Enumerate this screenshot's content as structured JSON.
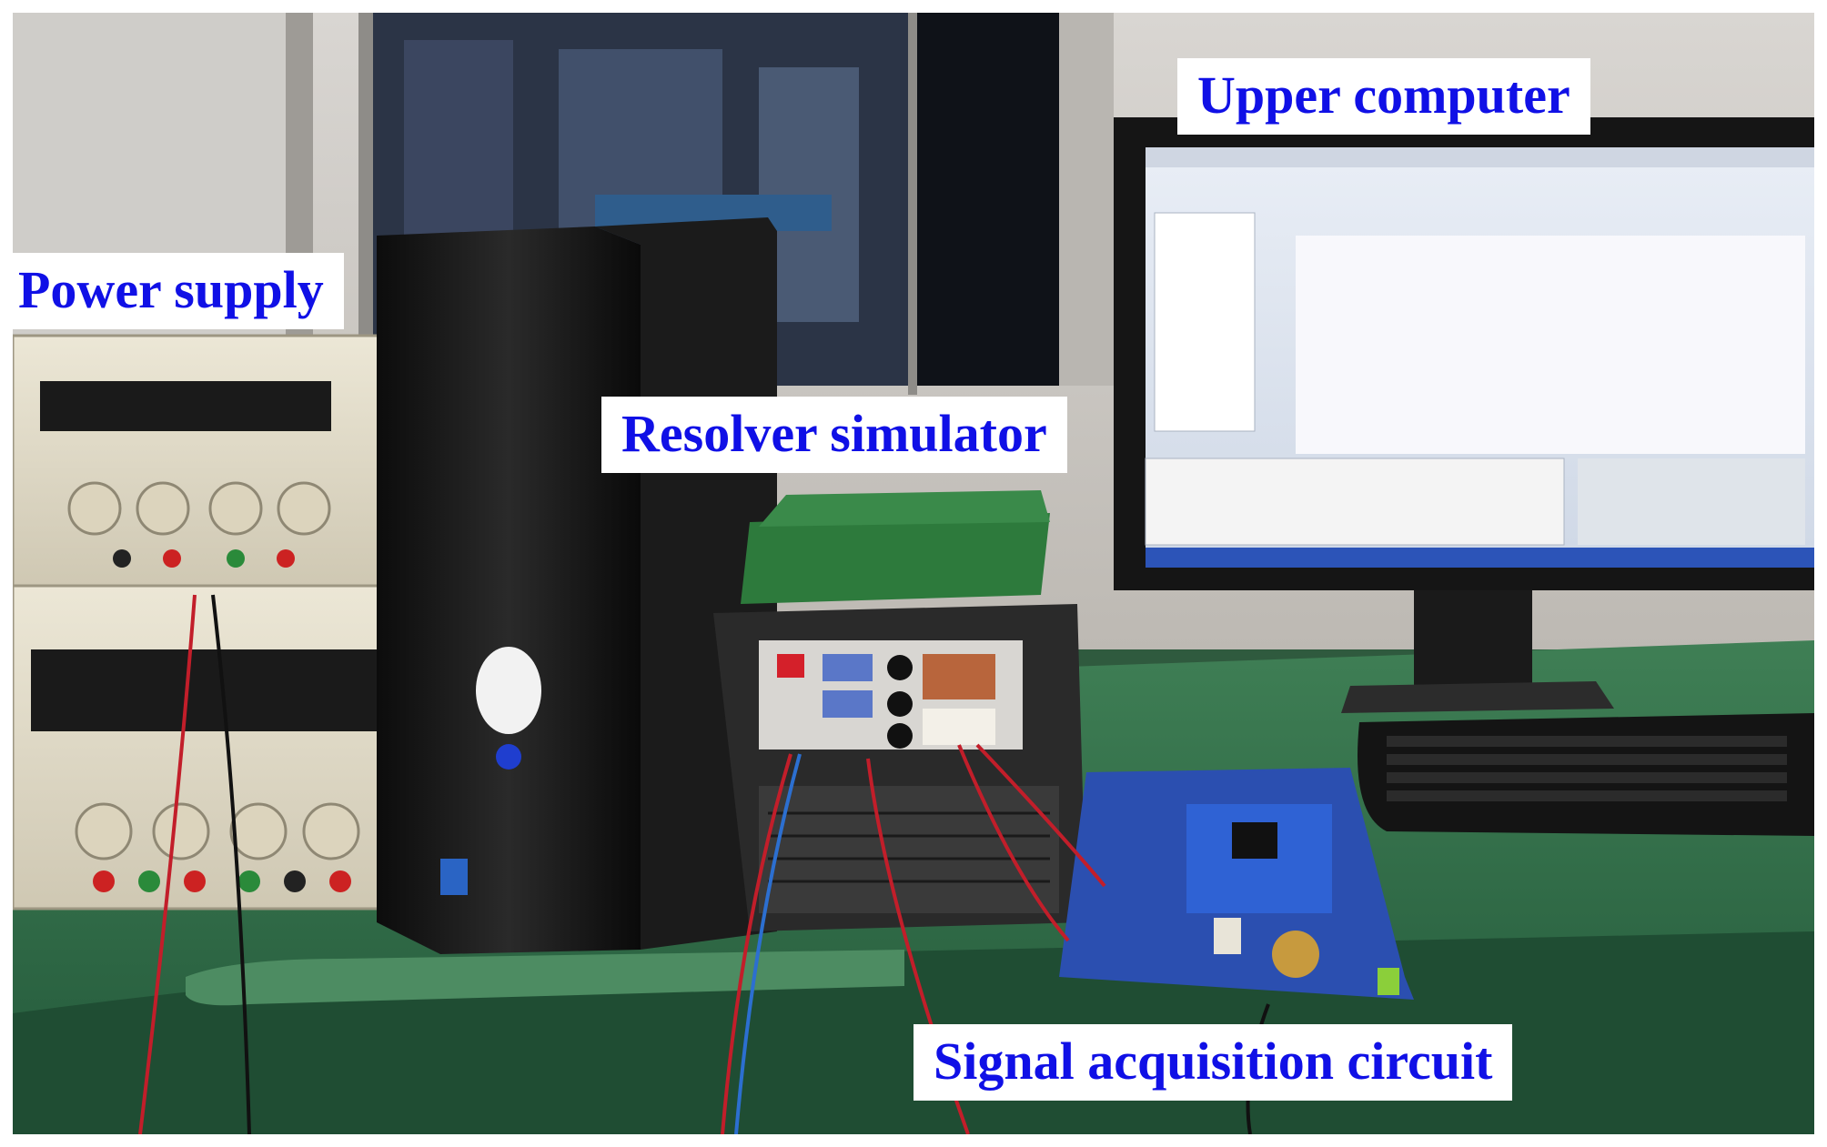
{
  "figure": {
    "labels": {
      "upper_computer": "Upper computer",
      "power_supply": "Power supply",
      "resolver_simulator": "Resolver simulator",
      "signal_acquisition_circuit": "Signal acquisition circuit"
    },
    "colors": {
      "label_text": "#1010e6",
      "label_background": "#ffffff",
      "bench_green": "#2f6b44",
      "pc_black": "#111111",
      "pcb_blue": "#2b4fb0"
    },
    "objects": [
      "bench-power-supplies",
      "dell-desktop-tower",
      "resolver-simulator-chassis",
      "monitor",
      "keyboard",
      "signal-acquisition-pcb",
      "window"
    ]
  }
}
